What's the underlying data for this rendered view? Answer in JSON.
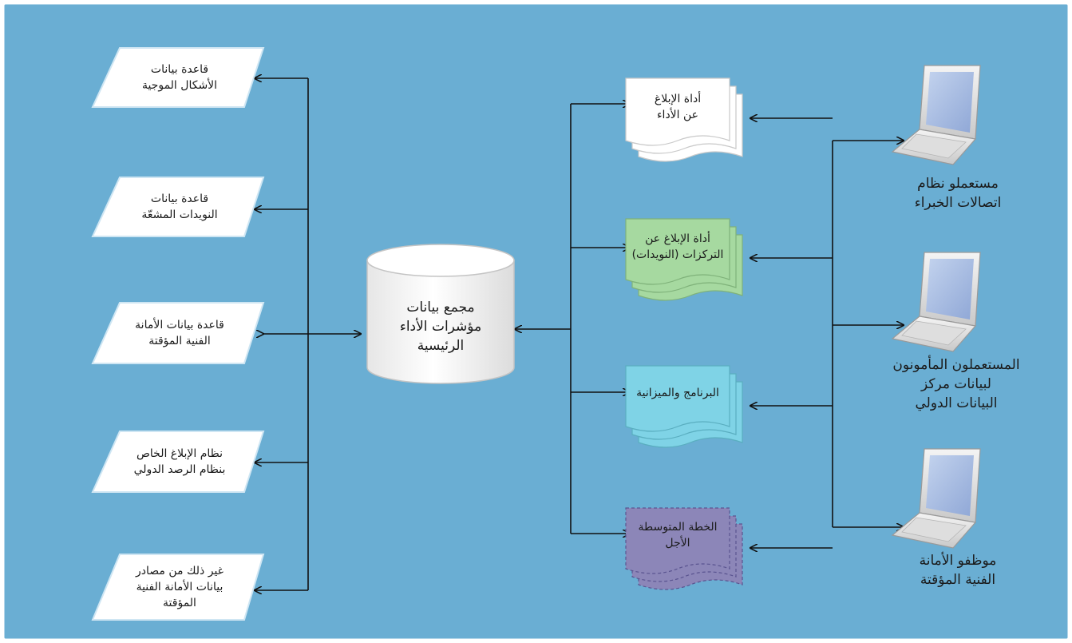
{
  "colors": {
    "background": "#6aaed3",
    "border": "#ffffff",
    "line": "#111111",
    "doc_white": "#ffffff",
    "doc_green": "#a6d9a0",
    "doc_cyan": "#7fd3e6",
    "doc_purple": "#8c86b8"
  },
  "center": {
    "label": "مجمع بيانات\nمؤشرات الأداء\nالرئيسية",
    "shape": "cylinder"
  },
  "sources": [
    {
      "label": "قاعدة بيانات\nالأشكال الموجية"
    },
    {
      "label": "قاعدة بيانات\nالنويدات المشعّة"
    },
    {
      "label": "قاعدة بيانات الأمانة\nالفنية المؤقتة"
    },
    {
      "label": "نظام الإبلاغ الخاص\nبنظام الرصد الدولي"
    },
    {
      "label": "غير ذلك من مصادر\nبيانات الأمانة الفنية\nالمؤقتة"
    }
  ],
  "reports": [
    {
      "label": "أداة الإبلاغ\nعن الأداء",
      "color": "doc_white"
    },
    {
      "label": "أداة الإبلاغ عن\nالتركزات (النويدات)",
      "color": "doc_green"
    },
    {
      "label": "البرنامج والميزانية",
      "color": "doc_cyan"
    },
    {
      "label": "الخطة المتوسطة\nالأجل",
      "color": "doc_purple"
    }
  ],
  "users": [
    {
      "label": "مستعملو نظام\nاتصالات الخبراء",
      "icon": "laptop-icon"
    },
    {
      "label": "المستعملون المأمونون\nلبيانات مركز\nالبيانات الدولي",
      "icon": "laptop-icon"
    },
    {
      "label": "موظفو الأمانة\nالفنية المؤقتة",
      "icon": "laptop-icon"
    }
  ]
}
